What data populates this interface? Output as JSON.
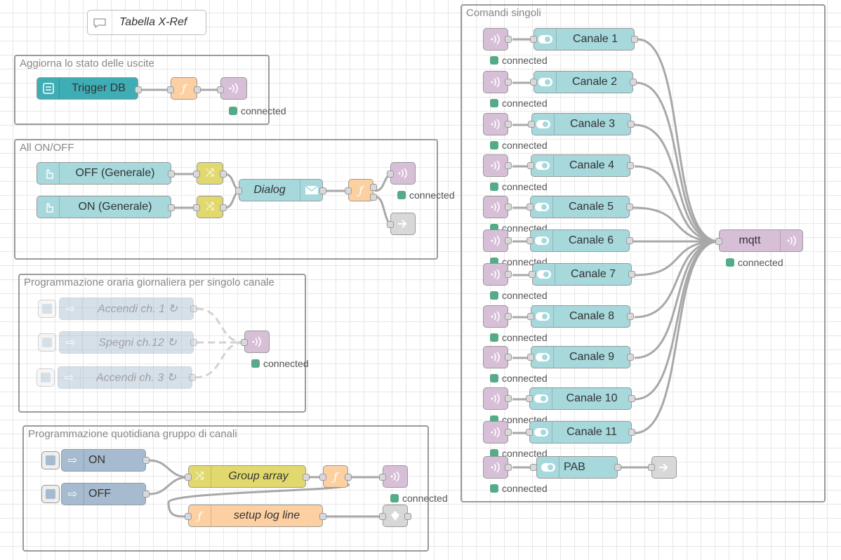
{
  "comment": {
    "label": "Tabella X-Ref"
  },
  "groups": {
    "aggiorna": "Aggiorna lo stato delle uscite",
    "allonoff": "All ON/OFF",
    "orario": "Programmazione oraria giornaliera per singolo canale",
    "quotidiana": "Programmazione quotidiana gruppo di canali",
    "comandi": "Comandi singoli"
  },
  "nodes": {
    "trigger_db": "Trigger DB",
    "off_generale": "OFF (Generale)",
    "on_generale": "ON (Generale)",
    "dialog": "Dialog",
    "accendi1": "Accendi ch. 1 ↻",
    "spegni12": "Spegni ch.12 ↻",
    "accendi3": "Accendi ch. 3 ↻",
    "on": "ON",
    "off": "OFF",
    "group_array": "Group array",
    "setup_log": "setup log line",
    "mqtt": "mqtt",
    "pab": "PAB"
  },
  "status_text": "connected",
  "channels": [
    "Canale 1",
    "Canale 2",
    "Canale 3",
    "Canale 4",
    "Canale 5",
    "Canale 6",
    "Canale 7",
    "Canale 8",
    "Canale 9",
    "Canale 10",
    "Canale 11"
  ],
  "icons": {
    "mqtt": "wifi-waves-icon",
    "function": "function-f-icon",
    "switch": "shuffle-icon",
    "inject": "arrow-right-icon",
    "ui_switch": "toggle-icon",
    "ui_button": "hand-pointer-icon",
    "link_out": "link-out-icon",
    "comment": "speech-bubble-icon",
    "db": "database-icon",
    "dialog": "envelope-icon"
  },
  "colors": {
    "mqtt": "#d8bfd8",
    "function": "#fdd0a2",
    "inject": "#a6bbcf",
    "dashboard": "#a6d8dc",
    "switch": "#e2d96e",
    "db": "#3fadb5",
    "status_ok": "#55aa88"
  }
}
